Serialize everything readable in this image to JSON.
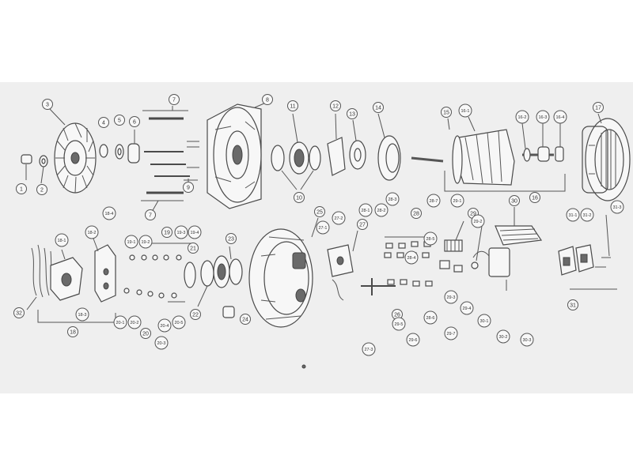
{
  "diagram": {
    "labels": [
      {
        "id": "1",
        "text": "1"
      },
      {
        "id": "2",
        "text": "2"
      },
      {
        "id": "3",
        "text": "3"
      },
      {
        "id": "4",
        "text": "4"
      },
      {
        "id": "5",
        "text": "5"
      },
      {
        "id": "6",
        "text": "6"
      },
      {
        "id": "7a",
        "text": "7"
      },
      {
        "id": "7b",
        "text": "7"
      },
      {
        "id": "8",
        "text": "8"
      },
      {
        "id": "9",
        "text": "9"
      },
      {
        "id": "10",
        "text": "10"
      },
      {
        "id": "11",
        "text": "11"
      },
      {
        "id": "12",
        "text": "12"
      },
      {
        "id": "13",
        "text": "13"
      },
      {
        "id": "14",
        "text": "14"
      },
      {
        "id": "15",
        "text": "15"
      },
      {
        "id": "16",
        "text": "16"
      },
      {
        "id": "16-1",
        "text": "16-1"
      },
      {
        "id": "16-2",
        "text": "16-2"
      },
      {
        "id": "16-3",
        "text": "16-3"
      },
      {
        "id": "16-4",
        "text": "16-4"
      },
      {
        "id": "17",
        "text": "17"
      },
      {
        "id": "18",
        "text": "18"
      },
      {
        "id": "18-1",
        "text": "18-1"
      },
      {
        "id": "18-2",
        "text": "18-2"
      },
      {
        "id": "18-3",
        "text": "18-3"
      },
      {
        "id": "18-4",
        "text": "18-4"
      },
      {
        "id": "19",
        "text": "19"
      },
      {
        "id": "19-1",
        "text": "19-1"
      },
      {
        "id": "19-2",
        "text": "19-2"
      },
      {
        "id": "19-3",
        "text": "19-3"
      },
      {
        "id": "19-4",
        "text": "19-4"
      },
      {
        "id": "20",
        "text": "20"
      },
      {
        "id": "20-1",
        "text": "20-1"
      },
      {
        "id": "20-2",
        "text": "20-2"
      },
      {
        "id": "20-3",
        "text": "20-3"
      },
      {
        "id": "20-4",
        "text": "20-4"
      },
      {
        "id": "20-5",
        "text": "20-5"
      },
      {
        "id": "21",
        "text": "21"
      },
      {
        "id": "22",
        "text": "22"
      },
      {
        "id": "23",
        "text": "23"
      },
      {
        "id": "24",
        "text": "24"
      },
      {
        "id": "25",
        "text": "25"
      },
      {
        "id": "26",
        "text": "26"
      },
      {
        "id": "27",
        "text": "27"
      },
      {
        "id": "27-1",
        "text": "27-1"
      },
      {
        "id": "27-2",
        "text": "27-2"
      },
      {
        "id": "27-3",
        "text": "27-3"
      },
      {
        "id": "28",
        "text": "28"
      },
      {
        "id": "28-1",
        "text": "28-1"
      },
      {
        "id": "28-2",
        "text": "28-2"
      },
      {
        "id": "28-3",
        "text": "28-3"
      },
      {
        "id": "28-4",
        "text": "28-4"
      },
      {
        "id": "28-5",
        "text": "28-5"
      },
      {
        "id": "28-6",
        "text": "28-6"
      },
      {
        "id": "28-7",
        "text": "28-7"
      },
      {
        "id": "29",
        "text": "29"
      },
      {
        "id": "29-1",
        "text": "29-1"
      },
      {
        "id": "29-2",
        "text": "29-2"
      },
      {
        "id": "29-3",
        "text": "29-3"
      },
      {
        "id": "29-4",
        "text": "29-4"
      },
      {
        "id": "29-5",
        "text": "29-5"
      },
      {
        "id": "29-6",
        "text": "29-6"
      },
      {
        "id": "29-7",
        "text": "29-7"
      },
      {
        "id": "30",
        "text": "30"
      },
      {
        "id": "30-1",
        "text": "30-1"
      },
      {
        "id": "30-2",
        "text": "30-2"
      },
      {
        "id": "30-3",
        "text": "30-3"
      },
      {
        "id": "31",
        "text": "31"
      },
      {
        "id": "31-1",
        "text": "31-1"
      },
      {
        "id": "31-2",
        "text": "31-2"
      },
      {
        "id": "31-3",
        "text": "31-3"
      },
      {
        "id": "32",
        "text": "32"
      }
    ]
  }
}
